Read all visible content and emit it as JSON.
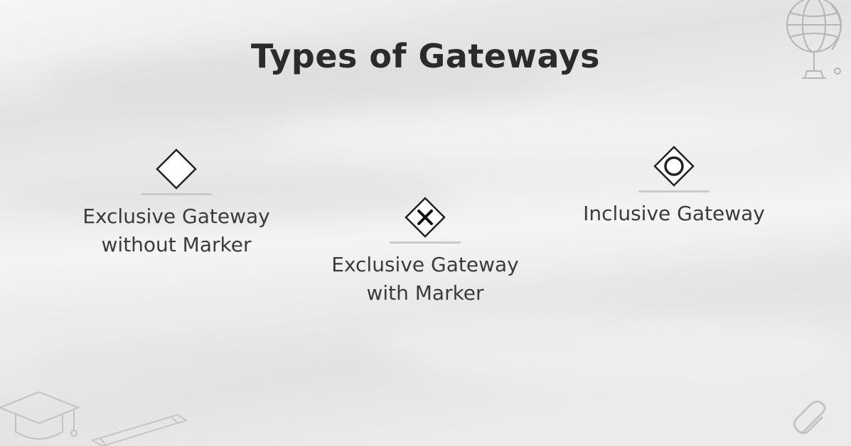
{
  "slide": {
    "title": "Types of Gateways"
  },
  "gateways": [
    {
      "icon": "diamond-icon",
      "label_line1": "Exclusive Gateway",
      "label_line2": "without Marker"
    },
    {
      "icon": "diamond-x-icon",
      "label_line1": "Exclusive Gateway",
      "label_line2": "with Marker"
    },
    {
      "icon": "diamond-circle-icon",
      "label_line1": "Inclusive Gateway"
    }
  ],
  "decorations": {
    "top_right": "globe-icon",
    "bottom_left": "graduation-cap-icon",
    "bottom_left_secondary": "pen-icon",
    "bottom_right": "paperclip-icon"
  },
  "colors": {
    "background": "#ebebeb",
    "title": "#2b2b2b",
    "text": "#3b3b3b",
    "icon_stroke": "#222222"
  }
}
